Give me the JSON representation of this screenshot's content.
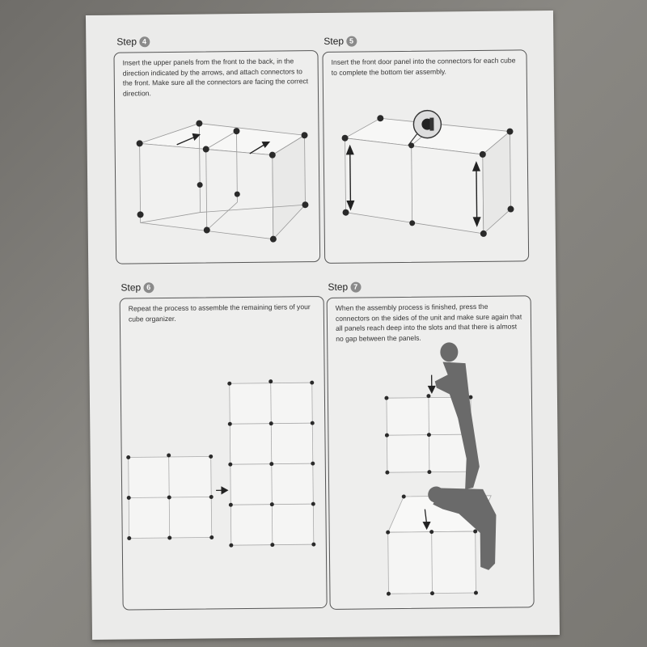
{
  "steps": [
    {
      "label": "Step",
      "number": "4",
      "text": "Insert the upper panels from the front to the back, in the direction indicated by the arrows, and attach connectors to the front. Make sure all the connectors are facing the correct direction."
    },
    {
      "label": "Step",
      "number": "5",
      "text": "Insert the front door panel into the connectors for each cube to complete the bottom tier assembly."
    },
    {
      "label": "Step",
      "number": "6",
      "text": "Repeat the process to assemble the remaining tiers of your cube organizer."
    },
    {
      "label": "Step",
      "number": "7",
      "text": "When the assembly process is finished, press the connectors on the sides of the unit and make sure again that all panels reach deep into the slots and that there is almost no gap between the panels."
    }
  ],
  "colors": {
    "paper": "#ebebea",
    "border": "#555555",
    "connector": "#222222",
    "badge": "#8a8a8a"
  }
}
